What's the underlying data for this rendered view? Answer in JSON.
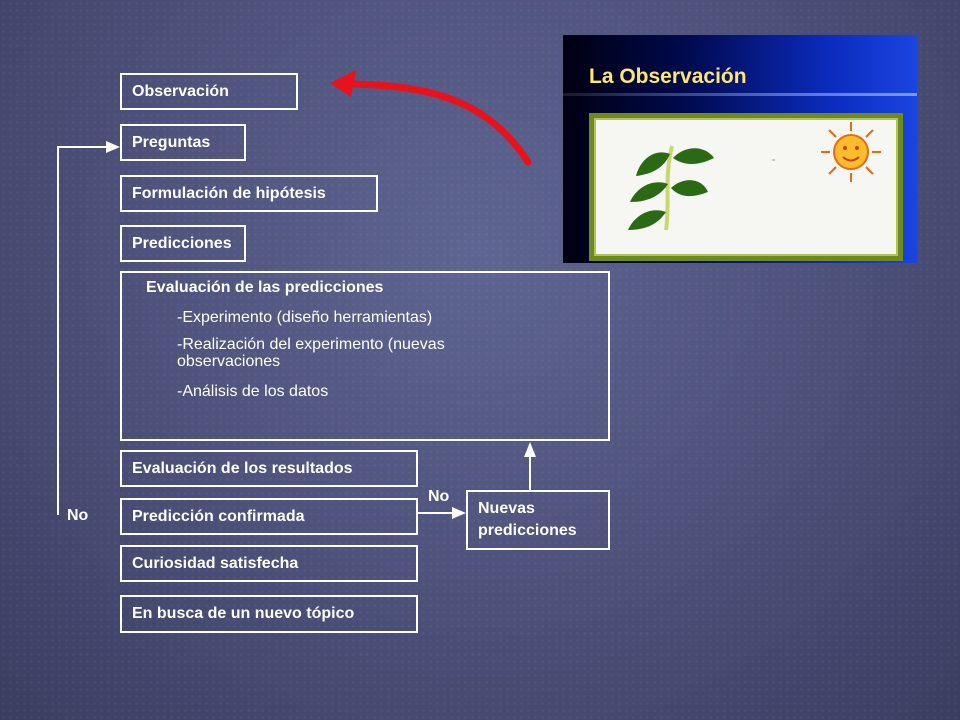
{
  "flow": {
    "steps": {
      "observacion": "Observación",
      "preguntas": "Preguntas",
      "hipotesis": "Formulación de hipótesis",
      "predicciones": "Predicciones",
      "evaluacion_resultados": "Evaluación de los resultados",
      "prediccion_confirmada": "Predicción confirmada",
      "curiosidad": "Curiosidad satisfecha",
      "nuevo_topico": "En busca de un nuevo tópico",
      "nuevas_predicciones_1": "Nuevas",
      "nuevas_predicciones_2": "predicciones"
    },
    "evaluation": {
      "title": "Evaluación de las predicciones",
      "item1": "-Experimento (diseño herramientas)",
      "item2_line1": "-Realización del experimento (nuevas",
      "item2_line2": "observaciones",
      "item3": "-Análisis de los datos"
    },
    "labels": {
      "no_left": "No",
      "no_right": "No"
    }
  },
  "inset": {
    "title": "La Observación",
    "plant": "plant-icon",
    "sun": "sun-icon"
  },
  "colors": {
    "arrow": "#e8121c",
    "inset_title": "#ffe66e",
    "leaf": "#2b6a14",
    "sun": "#f39a1e"
  }
}
